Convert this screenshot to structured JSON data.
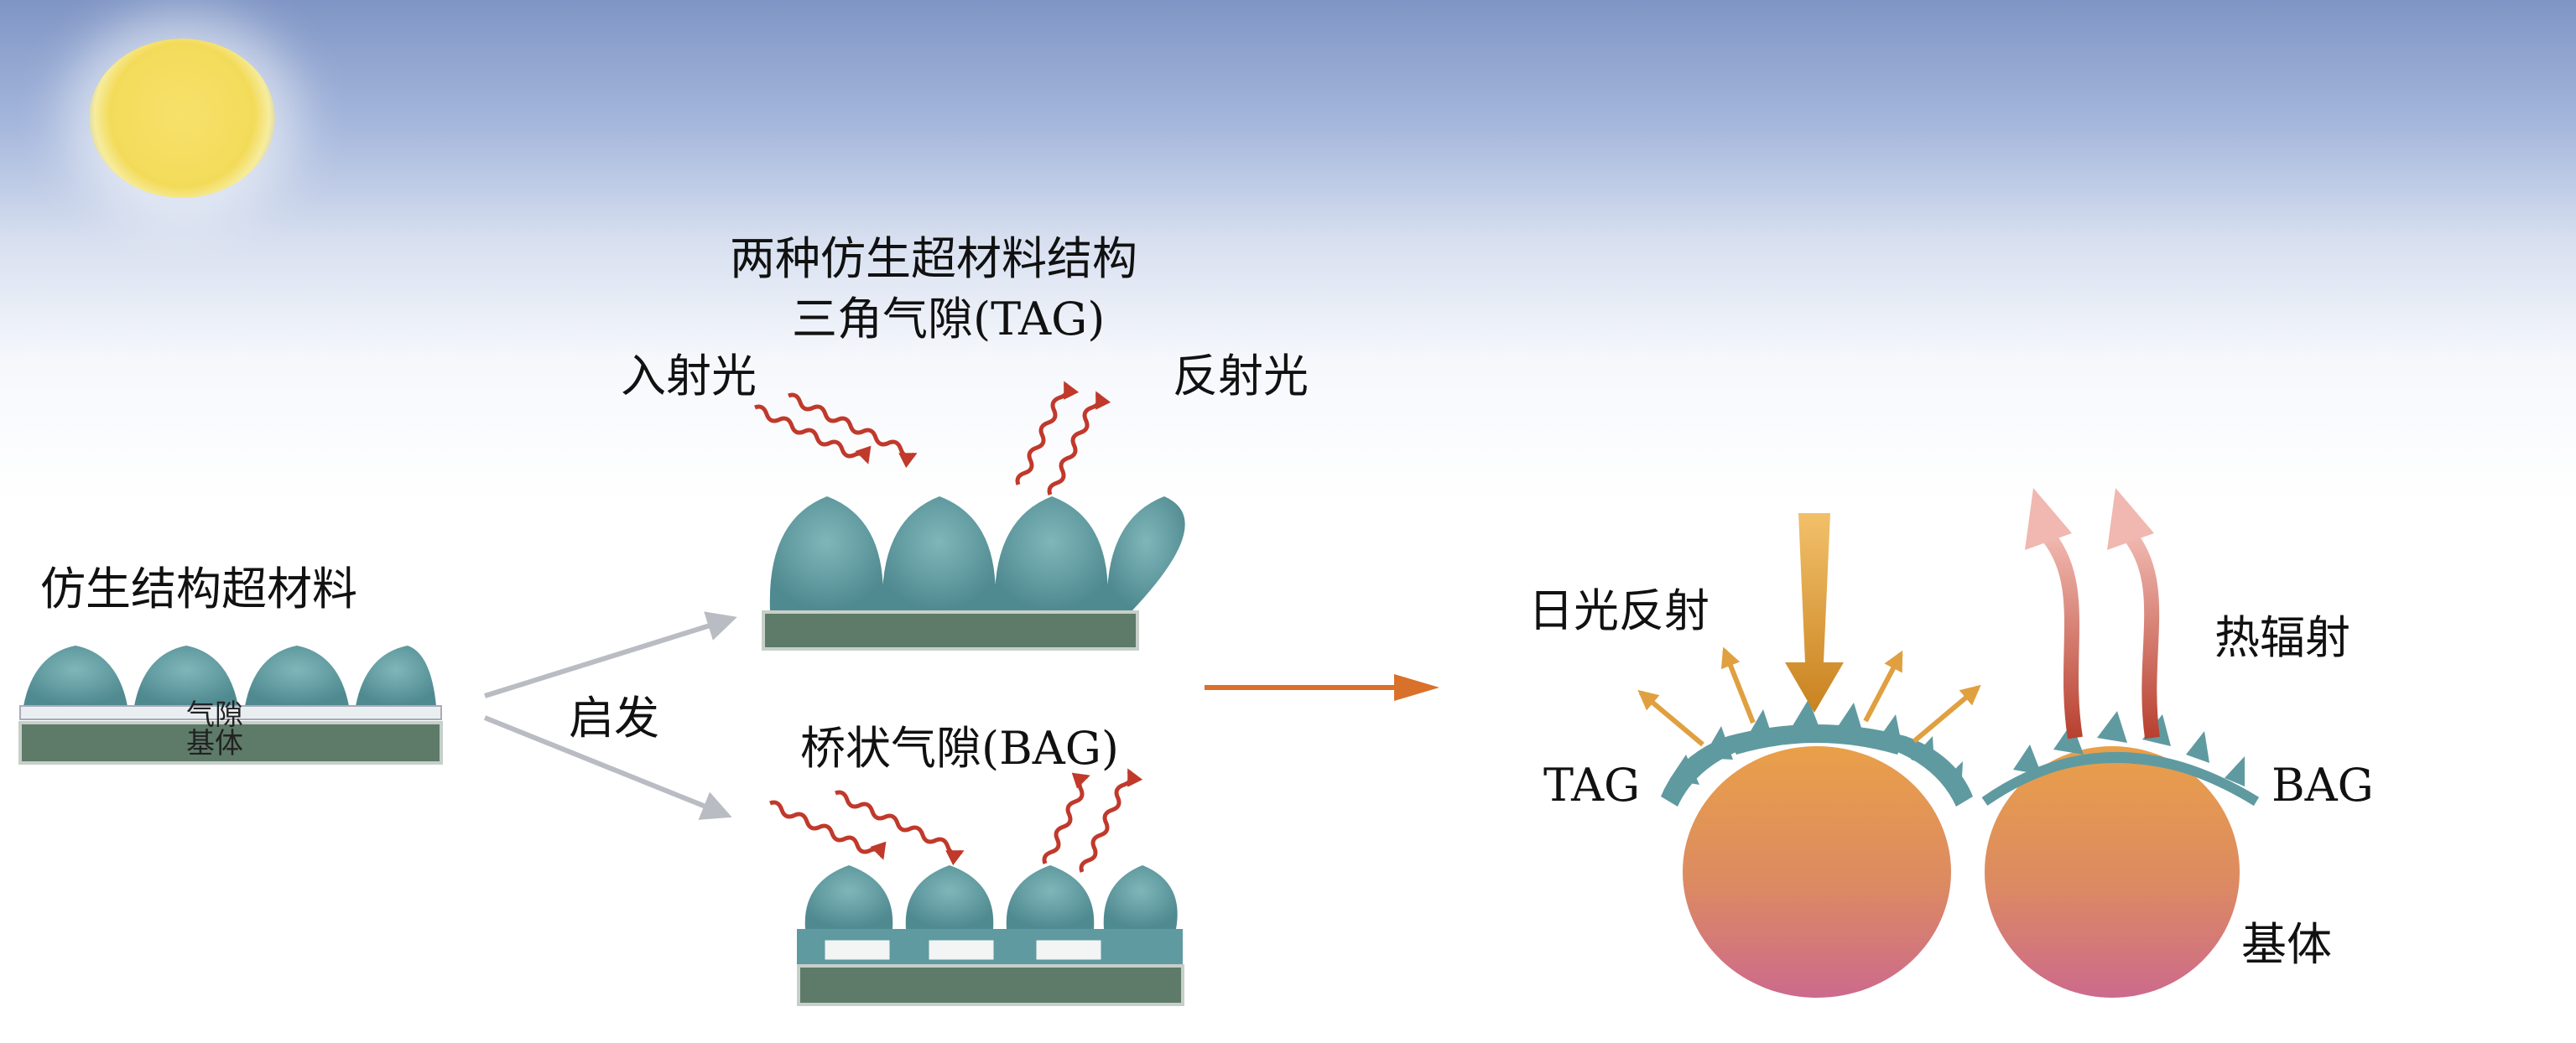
{
  "labels": {
    "left_title": "仿生结构超材料",
    "air_gap": "气隙",
    "substrate": "基体",
    "inspire": "启发",
    "two_structures": "两种仿生超材料结构",
    "tag_full": "三角气隙(TAG)",
    "incident_light": "入射光",
    "reflected_light": "反射光",
    "bag_full": "桥状气隙(BAG)",
    "sun_reflection": "日光反射",
    "thermal_radiation": "热辐射",
    "tag": "TAG",
    "bag": "BAG",
    "substrate_right": "基体"
  },
  "colors": {
    "sky_top": "#7f95c5",
    "sun": "#f3db5a",
    "structure_teal": "#5f9aa0",
    "substrate_green": "#5e7a69",
    "incident_red": "#c0392b",
    "reflect_orange": "#e0a040",
    "main_arrow": "#d9712a",
    "sphere_top": "#e9a049",
    "sphere_bottom": "#cc6a8c"
  }
}
